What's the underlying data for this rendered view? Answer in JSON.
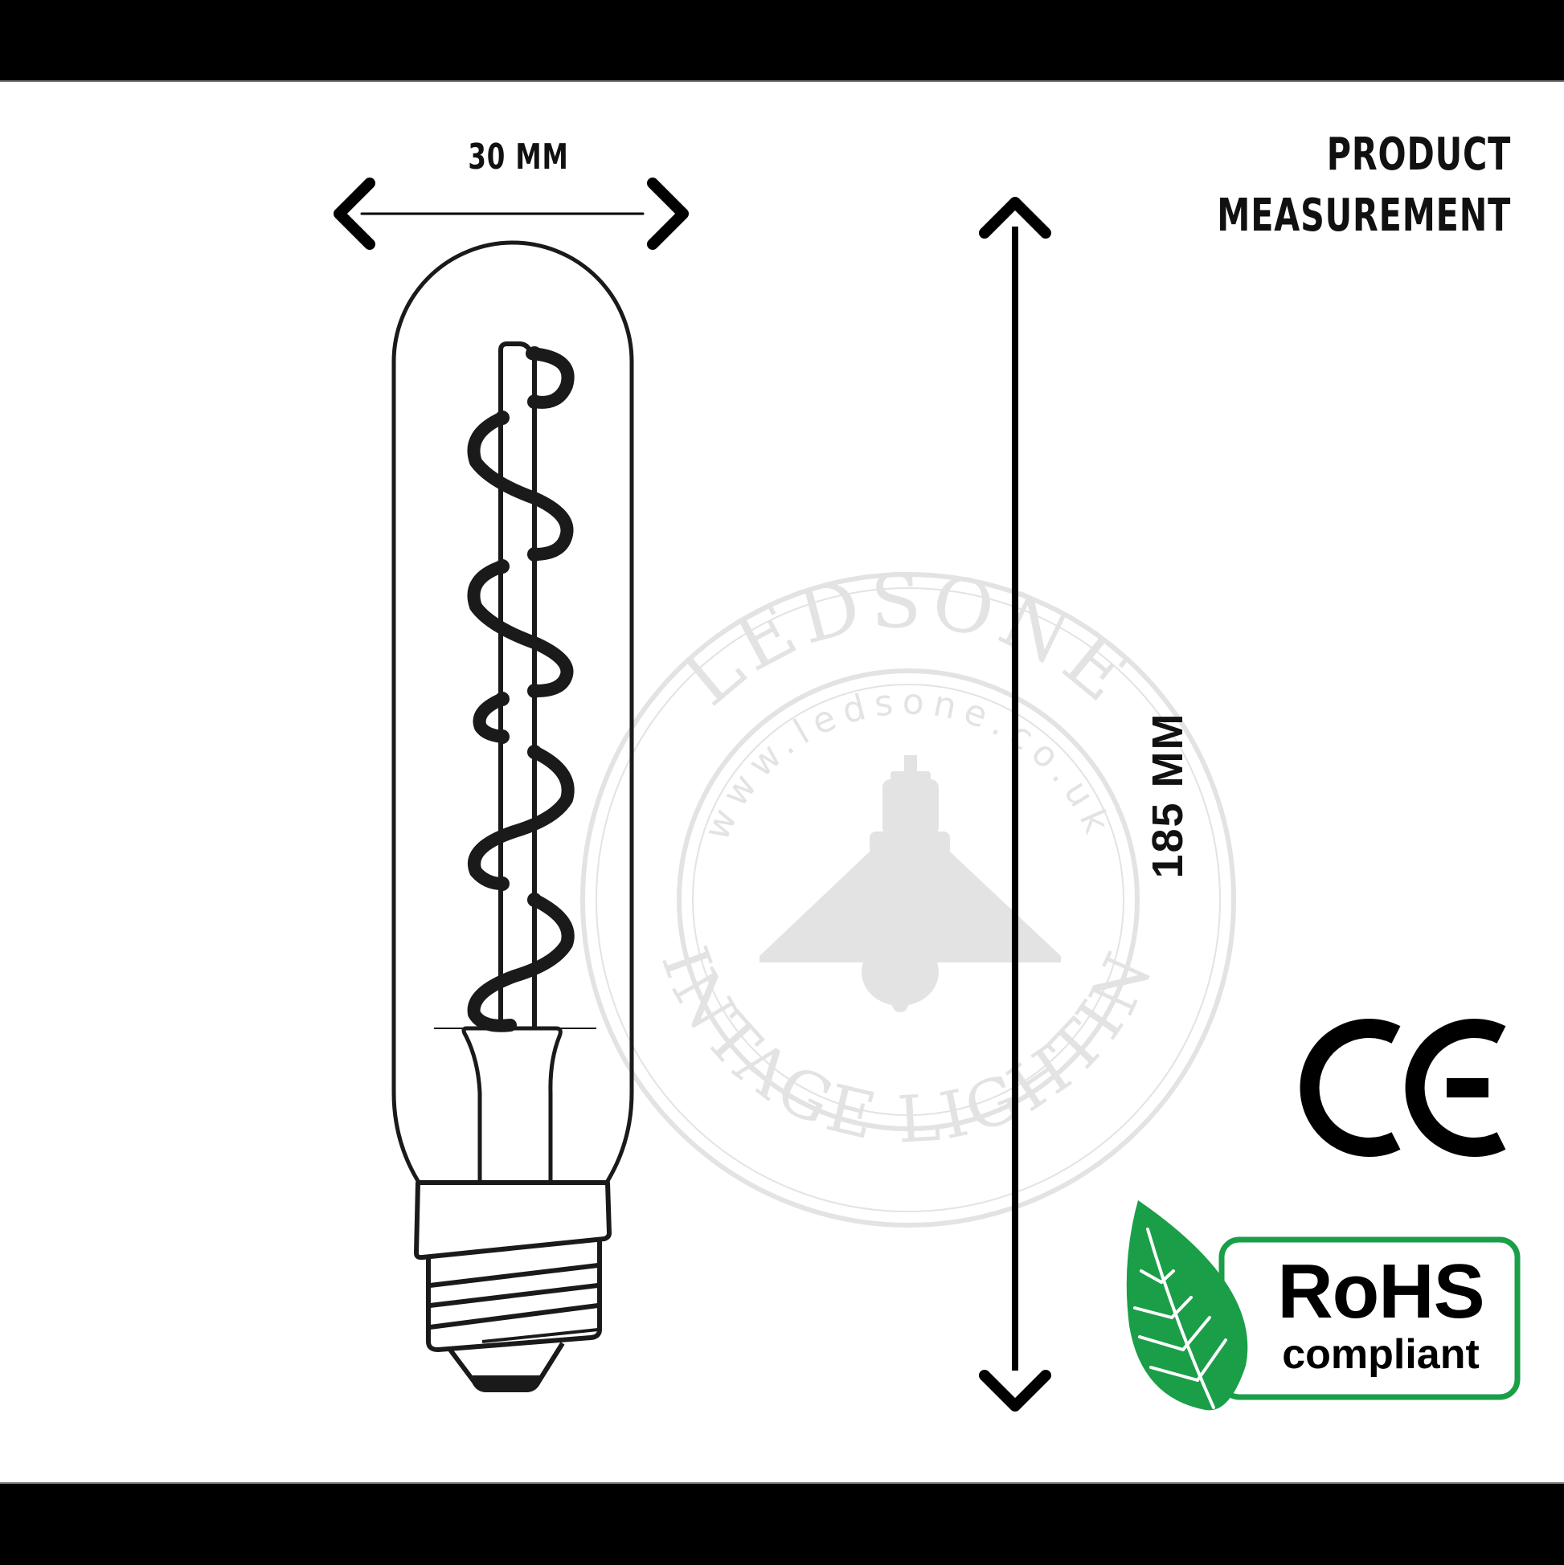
{
  "header": {
    "title_line1": "PRODUCT",
    "title_line2": "MEASUREMENT"
  },
  "dimensions": {
    "width_label": "30 MM",
    "height_label": "185 MM",
    "width_mm": 30,
    "height_mm": 185
  },
  "product": {
    "type": "T30 tubular LED filament bulb, spiral filament, E14 screw base"
  },
  "watermark": {
    "brand": "LEDSONE",
    "url": "www.ledsone.co.uk",
    "tagline": "VINTAGE LIGHTING",
    "color": "#e3e3e3"
  },
  "certifications": {
    "ce_mark": "CE",
    "rohs_main": "RoHS",
    "rohs_sub": "compliant",
    "rohs_color": "#1a9e48"
  },
  "icons": {
    "width_arrow": "double-horizontal-arrow-icon",
    "height_arrow": "double-vertical-arrow-icon",
    "leaf": "leaf-icon",
    "lamp": "pendant-lamp-icon"
  },
  "colors": {
    "background": "#ffffff",
    "frame_bars": "#000000",
    "line_art": "#1a1a1a"
  }
}
